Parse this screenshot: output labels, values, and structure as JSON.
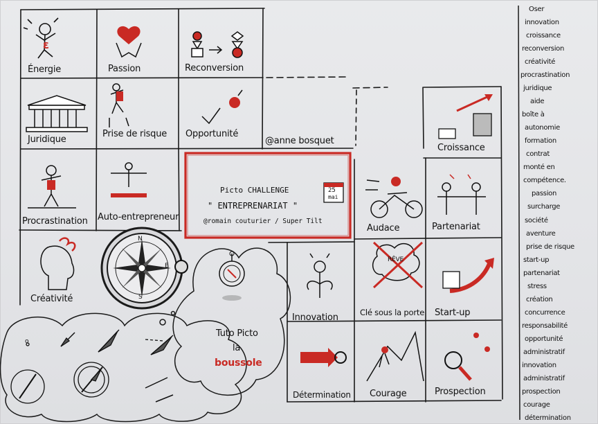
{
  "cards": {
    "energie": "Énergie",
    "passion": "Passion",
    "reconversion": "Reconversion",
    "juridique": "Juridique",
    "prise_de_risque": "Prise de risque",
    "opportunite": "Opportunité",
    "procrastination": "Procrastination",
    "auto_entrepreneur": "Auto-entrepreneur",
    "croissance": "Croissance",
    "audace": "Audace",
    "partenariat": "Partenariat",
    "creativite": "Créativité",
    "innovation": "Innovation",
    "cle_sous_la_porte": "Clé sous la porte",
    "start_up": "Start-up",
    "determination": "Détermination",
    "courage": "Courage",
    "prospection": "Prospection"
  },
  "handle": "@anne bosquet",
  "center_box": {
    "line1": "Picto CHALLENGE",
    "line2": "\" ENTREPRENARIAT \"",
    "line3": "@romain couturier / Super Tilt",
    "calendar_day": "25",
    "calendar_month": "mai"
  },
  "tuto": {
    "line1": "Tuto Picto",
    "line2": "la",
    "line3": "boussole"
  },
  "compass_letters": {
    "n": "N",
    "e": "E",
    "s": "S"
  },
  "small_compass_marks": {
    "o": "o"
  },
  "energie_glyph": "ɛ",
  "cle_word": "RÊVE",
  "word_list": [
    "Oser",
    "innovation",
    "croissance",
    "reconversion",
    "créativité",
    "procrastination",
    "juridique",
    "aide",
    "boîte à",
    "autonomie",
    "formation",
    "contrat",
    "monté en",
    "compétence.",
    "passion",
    "surcharge",
    "société",
    "aventure",
    "prise de risque",
    "start-up",
    "partenariat",
    "stress",
    "création",
    "concurrence",
    "responsabilité",
    "opportunité",
    "administratif",
    "innovation",
    "administratif",
    "prospection",
    "courage",
    "détermination"
  ],
  "colors": {
    "accent": "#d42a24",
    "ink": "#161616",
    "paper": "#e6e7ea"
  }
}
